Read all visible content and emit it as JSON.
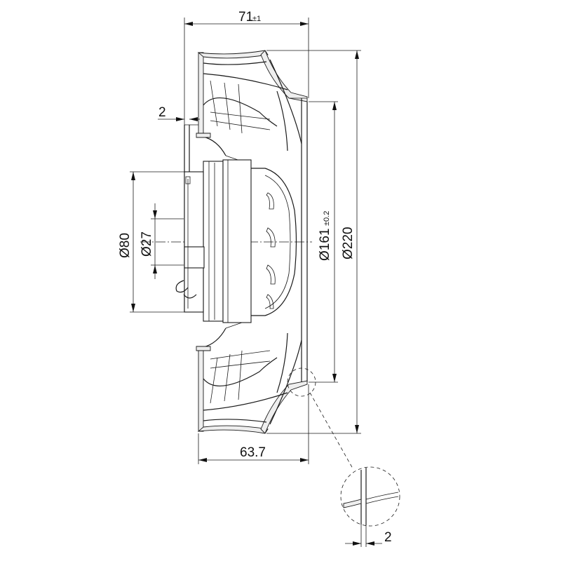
{
  "drawing": {
    "type": "technical-drawing",
    "dimensions": {
      "overall_depth": {
        "value": "71",
        "tolerance": "±1"
      },
      "inlet_offset": {
        "value": "2"
      },
      "hub_diameter": {
        "value": "Ø80"
      },
      "shaft_diameter": {
        "value": "Ø27"
      },
      "inlet_diameter": {
        "value": "Ø161",
        "tolerance": "±0.2"
      },
      "outer_diameter": {
        "value": "Ø220"
      },
      "wheel_depth": {
        "value": "63.7"
      },
      "detail_gap": {
        "value": "2"
      }
    },
    "colors": {
      "line": "#1a1a1a",
      "hatch": "#eeeeee",
      "background": "#ffffff"
    }
  }
}
